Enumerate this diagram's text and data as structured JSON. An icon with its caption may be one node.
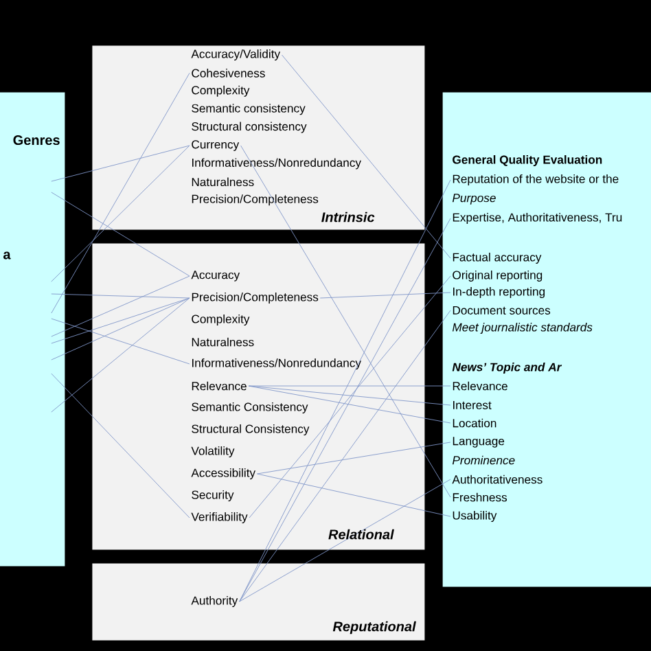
{
  "diagram": {
    "nodes": [
      {
        "text": [
          "Genres",
          "a"
        ]
      },
      {
        "text": [
          "Intrinsic"
        ]
      },
      {
        "text": [
          "Accuracy/Validity"
        ],
        "in": 1
      },
      {
        "text": [
          "Cohesiveness"
        ],
        "in": 1
      },
      {
        "text": [
          "Complexity"
        ],
        "in": 1
      },
      {
        "text": [
          "Semantic consistency"
        ],
        "in": 1
      },
      {
        "text": [
          "Structural consistency"
        ],
        "in": 1
      },
      {
        "text": [
          "Currency"
        ],
        "in": 1
      },
      {
        "text": [
          "Informativeness/Nonredundancy"
        ],
        "in": 1
      },
      {
        "text": [
          "Naturalness"
        ],
        "in": 1
      },
      {
        "text": [
          "Precision/Completeness"
        ],
        "in": 1
      },
      {
        "text": [
          "Relational"
        ]
      },
      {
        "text": [
          "Accuracy"
        ],
        "in": 11
      },
      {
        "text": [
          "Precision/Completeness"
        ],
        "in": 11
      },
      {
        "text": [
          "Complexity"
        ],
        "in": 11
      },
      {
        "text": [
          "Naturalness"
        ],
        "in": 11
      },
      {
        "text": [
          "Informativeness/Nonredundancy"
        ],
        "in": 11
      },
      {
        "text": [
          "Relevance"
        ],
        "in": 11
      },
      {
        "text": [
          "Semantic Consistency"
        ],
        "in": 11
      },
      {
        "text": [
          "Structural Consistency"
        ],
        "in": 11
      },
      {
        "text": [
          "Volatility"
        ],
        "in": 11
      },
      {
        "text": [
          "Accessibility"
        ],
        "in": 11
      },
      {
        "text": [
          "Security"
        ],
        "in": 11
      },
      {
        "text": [
          "Verifiability"
        ],
        "in": 11
      },
      {
        "text": [
          "Reputational"
        ]
      },
      {
        "text": [
          "Authority"
        ],
        "in": 24
      },
      {
        "text": [
          "General Quality Evaluation",
          "Purpose",
          "Meet journalistic standards",
          "News’ Topic and Ar",
          "Prominence"
        ]
      },
      {
        "text": [
          "Reputation of the website or the"
        ],
        "in": 26
      },
      {
        "text": [
          "Expertise, Authoritativeness, Tru"
        ],
        "in": 26
      },
      {
        "text": [
          "Factual accuracy"
        ],
        "in": 26
      },
      {
        "text": [
          "Original reporting"
        ],
        "in": 26
      },
      {
        "text": [
          "In-depth reporting"
        ],
        "in": 26
      },
      {
        "text": [
          "Document sources"
        ],
        "in": 26
      },
      {
        "text": [
          "Relevance"
        ],
        "in": 26
      },
      {
        "text": [
          "Interest"
        ],
        "in": 26
      },
      {
        "text": [
          "Location"
        ],
        "in": 26
      },
      {
        "text": [
          "Language"
        ],
        "in": 26
      },
      {
        "text": [
          "Authoritativeness"
        ],
        "in": 26
      },
      {
        "text": [
          "Freshness"
        ],
        "in": 26
      },
      {
        "text": [
          "Usability"
        ],
        "in": 26
      }
    ],
    "edges": [
      {
        "from": 0,
        "to": 3,
        "arrow": "none"
      },
      {
        "from": 0,
        "to": 7,
        "arrow": "none"
      },
      {
        "from": 0,
        "to": 7,
        "arrow": "none"
      },
      {
        "from": 0,
        "to": 12,
        "arrow": "none"
      },
      {
        "from": 0,
        "to": 12,
        "arrow": "none"
      },
      {
        "from": 0,
        "to": 13,
        "arrow": "none"
      },
      {
        "from": 0,
        "to": 13,
        "arrow": "none"
      },
      {
        "from": 0,
        "to": 13,
        "arrow": "none"
      },
      {
        "from": 0,
        "to": 13,
        "arrow": "none"
      },
      {
        "from": 0,
        "to": 16,
        "arrow": "none"
      },
      {
        "from": 0,
        "to": 23,
        "arrow": "none"
      },
      {
        "from": 2,
        "to": 29,
        "arrow": "none"
      },
      {
        "from": 7,
        "to": 38,
        "arrow": "none"
      },
      {
        "from": 13,
        "to": 31,
        "arrow": "none"
      },
      {
        "from": 17,
        "to": 33,
        "arrow": "none"
      },
      {
        "from": 17,
        "to": 34,
        "arrow": "none"
      },
      {
        "from": 17,
        "to": 35,
        "arrow": "none"
      },
      {
        "from": 21,
        "to": 36,
        "arrow": "none"
      },
      {
        "from": 21,
        "to": 39,
        "arrow": "none"
      },
      {
        "from": 23,
        "to": 30,
        "arrow": "none"
      },
      {
        "from": 25,
        "to": 27,
        "arrow": "none"
      },
      {
        "from": 25,
        "to": 28,
        "arrow": "none"
      },
      {
        "from": 25,
        "to": 32,
        "arrow": "none"
      },
      {
        "from": 25,
        "to": 37,
        "arrow": "none"
      }
    ]
  }
}
